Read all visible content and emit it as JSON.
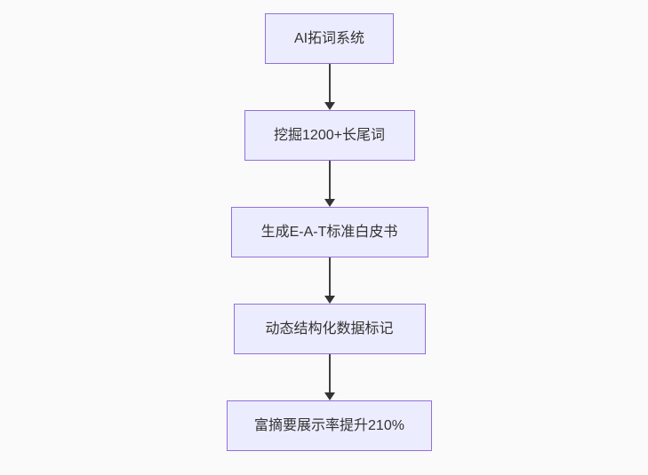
{
  "flowchart": {
    "direction": "top-to-bottom",
    "nodes": [
      {
        "id": "A",
        "label": "AI拓词系统"
      },
      {
        "id": "B",
        "label": "挖掘1200+长尾词"
      },
      {
        "id": "C",
        "label": "生成E-A-T标准白皮书"
      },
      {
        "id": "D",
        "label": "动态结构化数据标记"
      },
      {
        "id": "E",
        "label": "富摘要展示率提升210%"
      }
    ],
    "edges": [
      {
        "from": "A",
        "to": "B"
      },
      {
        "from": "B",
        "to": "C"
      },
      {
        "from": "C",
        "to": "D"
      },
      {
        "from": "D",
        "to": "E"
      }
    ]
  },
  "colors": {
    "background": "#fafafa",
    "node_fill": "#ECECFF",
    "node_border": "#9370DB",
    "node_text": "#333333",
    "edge_line": "#404040",
    "arrowhead": "#333333"
  }
}
